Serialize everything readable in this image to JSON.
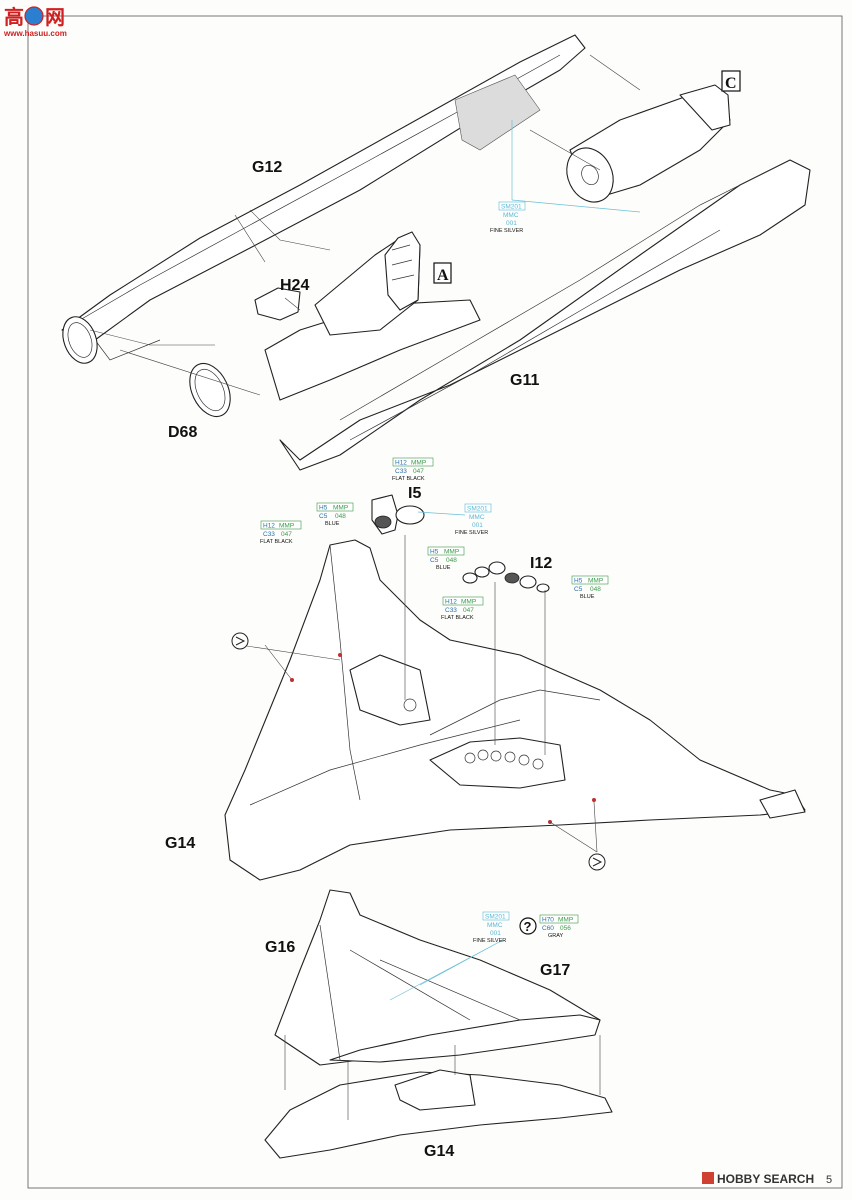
{
  "watermark_top": {
    "glyph": "高",
    "text": "网",
    "url": "www.hasuu.com"
  },
  "watermark_bottom": {
    "brand": "HOBBY SEARCH",
    "page_number": "5"
  },
  "box_labels": {
    "a": "A",
    "c": "C"
  },
  "part_labels": {
    "g12": "G12",
    "h24": "H24",
    "d68": "D68",
    "g11": "G11",
    "i5": "I5",
    "i12": "I12",
    "g14_top": "G14",
    "g16": "G16",
    "g17": "G17",
    "g14_bottom": "G14"
  },
  "callouts": [
    {
      "codes": [
        "SM201",
        "MMC",
        "001"
      ],
      "name": "FINE SILVER"
    },
    {
      "codes": [
        "H12",
        "MMP",
        "C33",
        "047"
      ],
      "name": "FLAT BLACK"
    },
    {
      "codes": [
        "H5",
        "MMP",
        "C5",
        "048"
      ],
      "name": "BLUE"
    },
    {
      "codes": [
        "H12",
        "MMP",
        "C33",
        "047"
      ],
      "name": "FLAT BLACK"
    },
    {
      "codes": [
        "SM201",
        "MMC",
        "001"
      ],
      "name": "FINE SILVER"
    },
    {
      "codes": [
        "H5",
        "MMP",
        "C5",
        "048"
      ],
      "name": "BLUE"
    },
    {
      "codes": [
        "H5",
        "MMP",
        "C5",
        "048"
      ],
      "name": "BLUE"
    },
    {
      "codes": [
        "H12",
        "MMP",
        "C33",
        "047"
      ],
      "name": "FLAT BLACK"
    },
    {
      "codes": [
        "SM201",
        "MMC",
        "001"
      ],
      "name": "FINE SILVER"
    },
    {
      "codes": [
        "H70",
        "MMP",
        "C60",
        "056"
      ],
      "name": "GRAY"
    }
  ],
  "question_mark": "?",
  "colors": {
    "hobby_green": "#3a9a4a",
    "mr_color_blue": "#2a6fb0",
    "mmc_cyan": "#5ab8d6",
    "watermark_red": "#d02020"
  }
}
